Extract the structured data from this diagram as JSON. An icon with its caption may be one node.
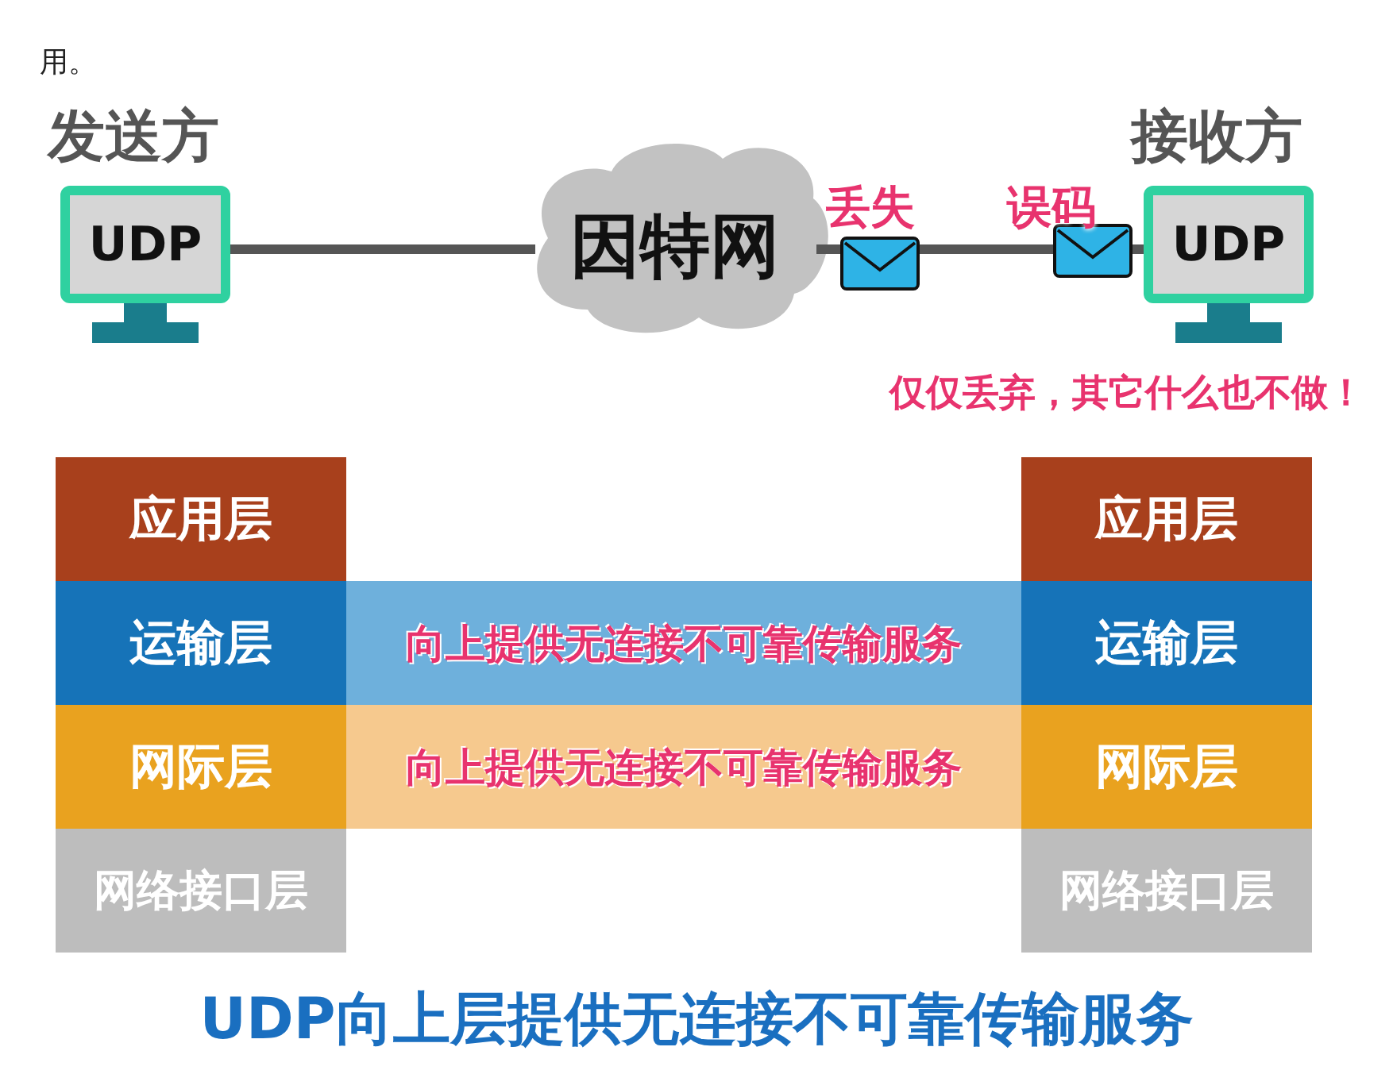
{
  "diagram": {
    "caption": "UDP向上层提供无连接不可靠传输服务",
    "nodes": [
      {
        "text": [
          "UDP"
        ],
        "beside": [
          "发送方"
        ]
      },
      {
        "text": [
          "因特网"
        ]
      },
      {
        "text": [
          "UDP"
        ],
        "beside": [
          "接收方"
        ]
      },
      {
        "text": [
          "应用层"
        ]
      },
      {
        "text": [
          "运输层"
        ]
      },
      {
        "text": [
          "网际层"
        ]
      },
      {
        "text": [
          "网络接口层"
        ]
      },
      {
        "text": [
          "向上提供无连接不可靠传输服务"
        ]
      },
      {
        "text": [
          "向上提供无连接不可靠传输服务"
        ]
      },
      {
        "text": [
          "应用层"
        ]
      },
      {
        "text": [
          "运输层"
        ]
      },
      {
        "text": [
          "网际层"
        ]
      },
      {
        "text": [
          "网络接口层"
        ]
      }
    ],
    "edges": [
      {
        "from": 0,
        "to": 1,
        "arrow": "none"
      },
      {
        "from": 1,
        "to": 2,
        "arrow": "none"
      }
    ],
    "labels": [
      "用。",
      "丢失",
      "误码",
      "仅仅丢弃，其它什么也不做！"
    ]
  }
}
